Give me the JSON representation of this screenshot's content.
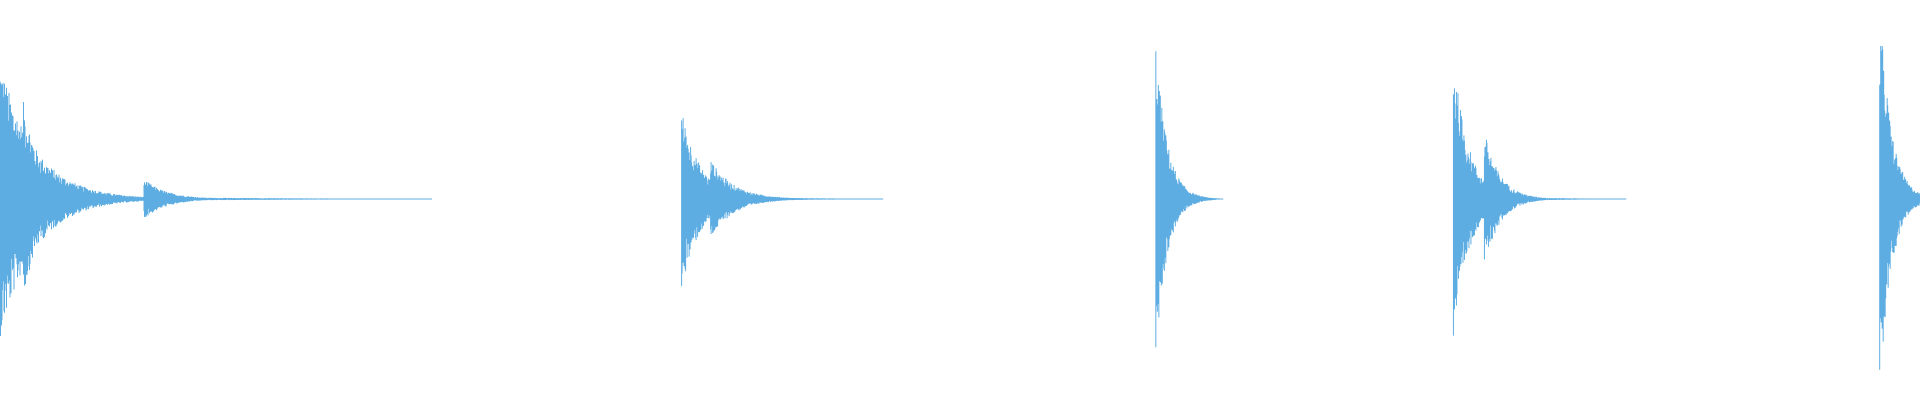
{
  "chart_data": {
    "type": "waveform",
    "title": "",
    "xlabel": "",
    "ylabel": "",
    "color": "#5dade2",
    "background": "#ffffff",
    "xlim": [
      0,
      1
    ],
    "ylim": [
      -1,
      1
    ],
    "grid": false,
    "events": [
      {
        "onset": 0.0,
        "peak": 0.7,
        "decay": 0.018,
        "tail": 0.225,
        "sub": [
          {
            "offset": 0.012,
            "peak": 0.5,
            "decay": 0.01
          },
          {
            "offset": 0.075,
            "peak": 0.1,
            "decay": 0.012
          }
        ]
      },
      {
        "onset": 0.355,
        "peak": 0.45,
        "decay": 0.01,
        "tail": 0.105,
        "sub": [
          {
            "offset": 0.015,
            "peak": 0.2,
            "decay": 0.012
          }
        ]
      },
      {
        "onset": 0.602,
        "peak": 0.78,
        "decay": 0.006,
        "tail": 0.035,
        "sub": []
      },
      {
        "onset": 0.757,
        "peak": 0.72,
        "decay": 0.008,
        "tail": 0.09,
        "sub": [
          {
            "offset": 0.016,
            "peak": 0.35,
            "decay": 0.008
          }
        ]
      },
      {
        "onset": 0.979,
        "peak": 0.99,
        "decay": 0.006,
        "tail": 0.021,
        "sub": [
          {
            "offset": 0.006,
            "peak": 0.14,
            "decay": 0.01
          }
        ]
      }
    ]
  }
}
